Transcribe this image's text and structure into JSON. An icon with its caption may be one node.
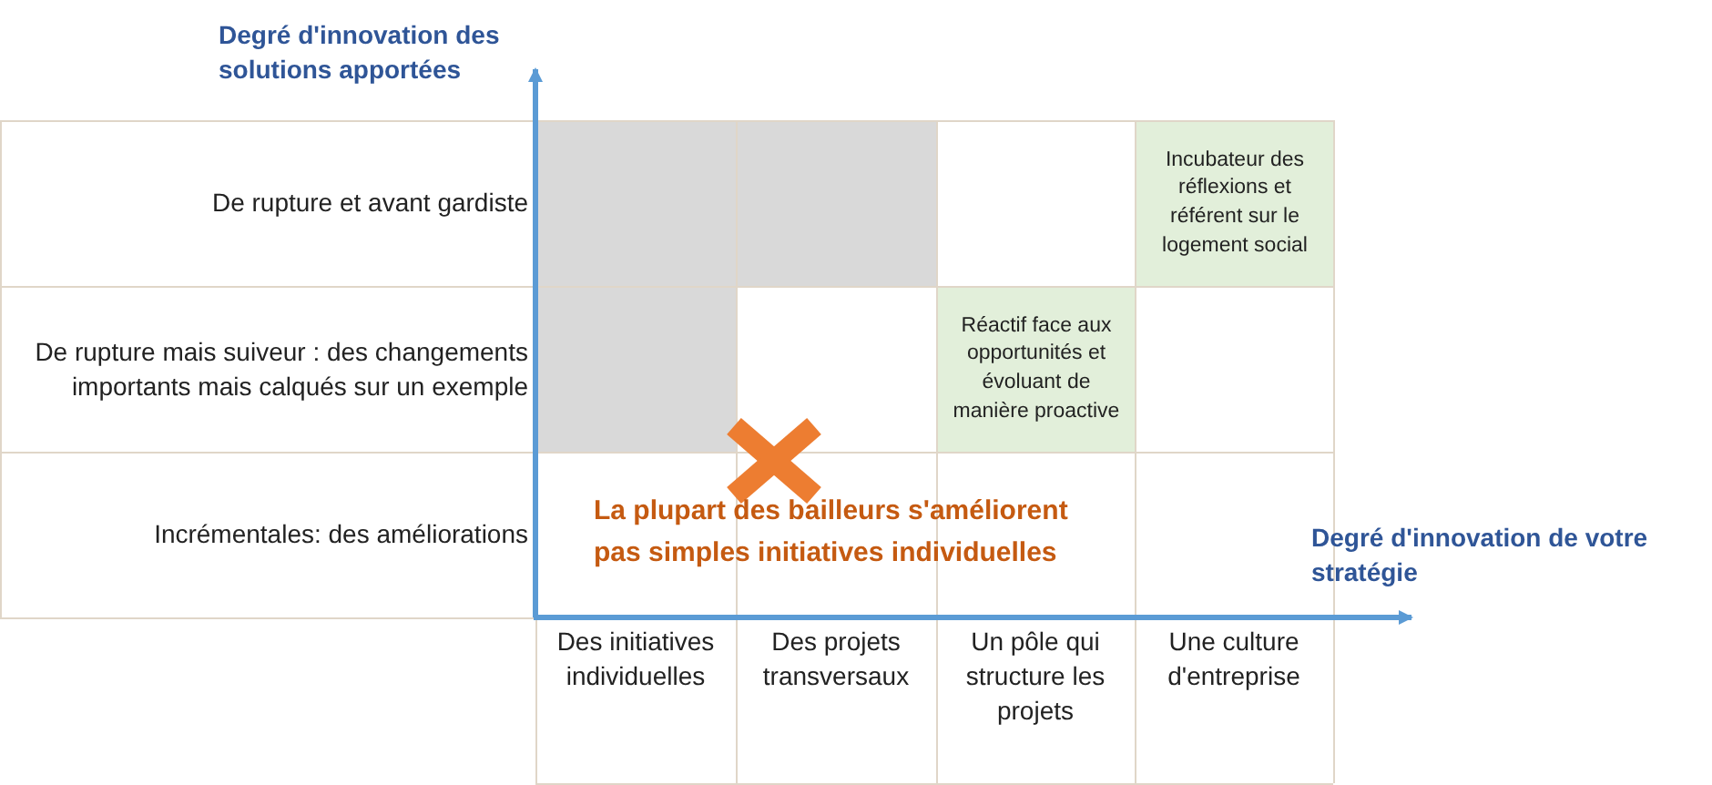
{
  "diagram": {
    "labels": [
      "Degré d'innovation des solutions apportées",
      "De rupture et avant gardiste",
      "Incubateur des réflexions et référent sur le logement social",
      "De rupture mais suiveur : des changements importants mais calqués sur un exemple",
      "Réactif face aux opportunités et évoluant de manière proactive",
      "Incrémentales: des améliorations",
      "La plupart des bailleurs s'améliorent pas simples initiatives individuelles",
      "Degré d'innovation de votre stratégie",
      "Des initiatives individuelles",
      "Des projets transversaux",
      "Un pôle qui structure les projets",
      "Une culture d'entreprise"
    ]
  }
}
